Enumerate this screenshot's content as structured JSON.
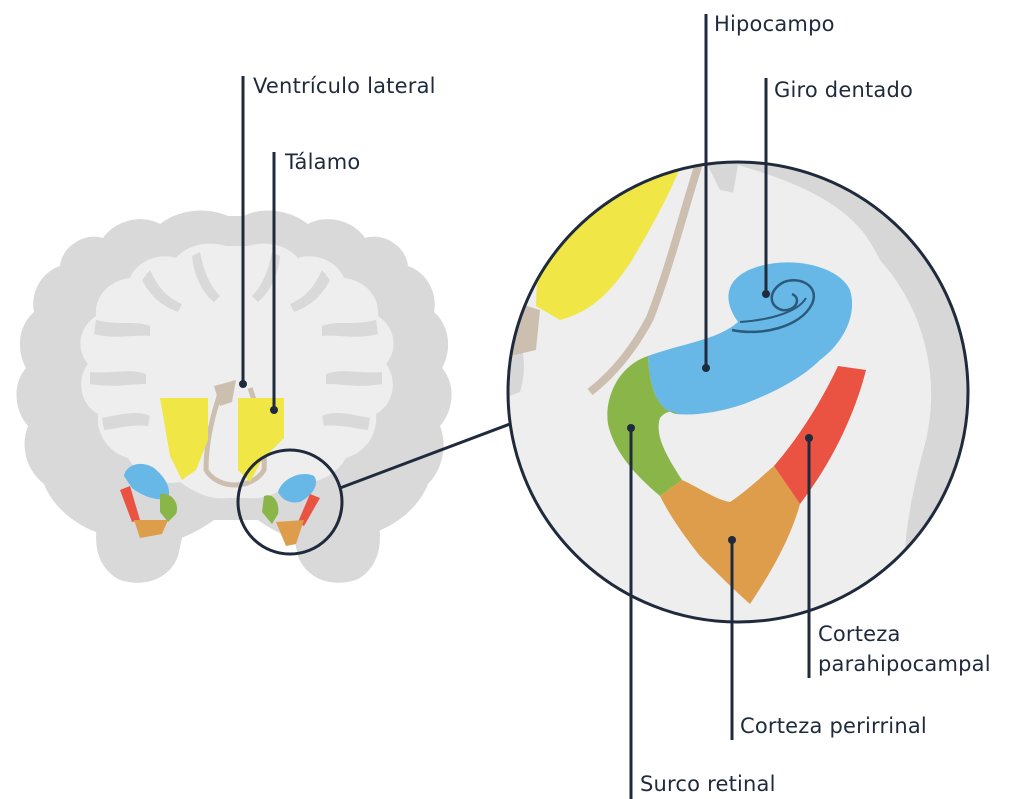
{
  "labels": {
    "ventricle": "Ventrículo lateral",
    "thalamus": "Tálamo",
    "hippocampus": "Hipocampo",
    "dentate_gyrus": "Giro dentado",
    "parahippocampal_line1": "Corteza",
    "parahippocampal_line2": "parahipocampal",
    "perirhinal": "Corteza perirrinal",
    "rhinal_sulcus": "Surco retinal"
  },
  "colors": {
    "hippocampus": "#67b8e6",
    "thalamus": "#f0e646",
    "rhinal_sulcus_region": "#8ab548",
    "perirhinal": "#dd9d4b",
    "parahippocampal": "#ea5242",
    "ventricle": "#cdbfb0",
    "brain_gray": "#d7d7d7",
    "brain_light": "#eeeeee",
    "line": "#1f2a3c"
  }
}
